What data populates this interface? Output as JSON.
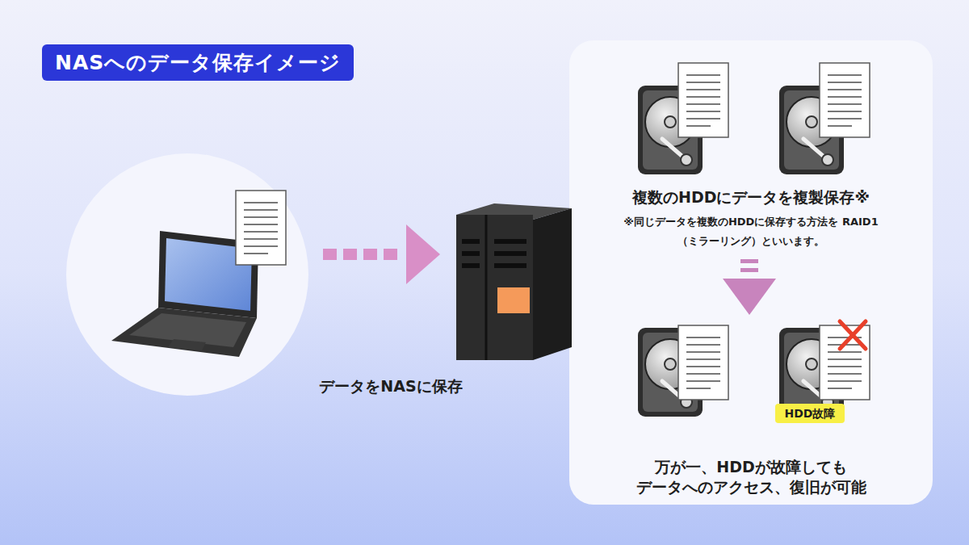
{
  "diagram": {
    "title": "NASへのデータ保存イメージ",
    "nodes": [
      {
        "text": [
          "複数のHDDにデータを複製保存※",
          "※同じデータを複数のHDDに保存する方法を RAID1（ミラーリング）といいます。",
          "万が一、HDDが故障しても データへのアクセス、復旧が可能"
        ]
      },
      {
        "text": [
          "HDD故障"
        ],
        "in": 0
      }
    ],
    "labels": [
      "データをNASに保存"
    ]
  }
}
